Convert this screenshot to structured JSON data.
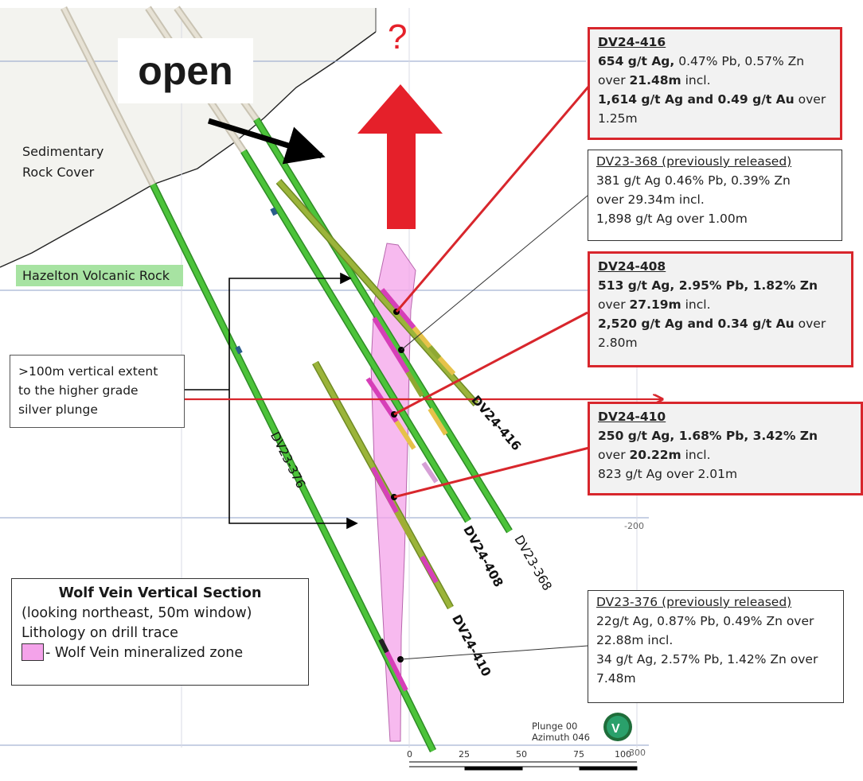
{
  "annotations": {
    "open": "open",
    "question": "?",
    "sedimentary": [
      "Sedimentary",
      "Rock Cover"
    ],
    "hazelton": "Hazelton Volcanic Rock",
    "extent": [
      ">100m vertical extent",
      "to the higher grade",
      "silver plunge"
    ]
  },
  "legend": {
    "title": "Wolf Vein Vertical Section",
    "line1": "(looking northeast, 50m window)",
    "line2": "Lithology on drill trace",
    "swatch_label": "- Wolf Vein mineralized zone",
    "swatch_color": "#f4a3ea"
  },
  "drill_holes": [
    {
      "name": "DV23-376",
      "style": "normal"
    },
    {
      "name": "DV24-416",
      "style": "bold"
    },
    {
      "name": "DV24-408",
      "style": "bold"
    },
    {
      "name": "DV23-368",
      "style": "normal"
    },
    {
      "name": "DV24-410",
      "style": "bold"
    }
  ],
  "callouts": [
    {
      "id": "DV24-416",
      "title": "DV24-416",
      "highlight": true,
      "lines": [
        [
          {
            "t": "654 g/t Ag,",
            "b": true
          },
          {
            "t": " 0.47% Pb, 0.57% Zn",
            "b": false
          }
        ],
        [
          {
            "t": "over ",
            "b": false
          },
          {
            "t": "21.48m",
            "b": true
          },
          {
            "t": "  incl.",
            "b": false
          }
        ],
        [
          {
            "t": "1,614 g/t Ag and 0.49 g/t Au",
            "b": true
          },
          {
            "t": " over",
            "b": false
          }
        ],
        [
          {
            "t": "1.25m",
            "b": false
          }
        ]
      ]
    },
    {
      "id": "DV23-368",
      "title": "DV23-368 (previously released)",
      "highlight": false,
      "lines": [
        [
          {
            "t": "381 g/t Ag 0.46% Pb, 0.39% Zn",
            "b": false
          }
        ],
        [
          {
            "t": "over 29.34m  incl.",
            "b": false
          }
        ],
        [
          {
            "t": "1,898 g/t Ag over 1.00m",
            "b": false
          }
        ]
      ]
    },
    {
      "id": "DV24-408",
      "title": "DV24-408",
      "highlight": true,
      "lines": [
        [
          {
            "t": "513 g/t Ag, 2.95% Pb, 1.82% Zn",
            "b": true
          }
        ],
        [
          {
            "t": "over ",
            "b": false
          },
          {
            "t": "27.19m",
            "b": true
          },
          {
            "t": "  incl.",
            "b": false
          }
        ],
        [
          {
            "t": "2,520 g/t Ag and 0.34 g/t Au",
            "b": true
          },
          {
            "t": " over",
            "b": false
          }
        ],
        [
          {
            "t": "2.80m",
            "b": false
          }
        ]
      ]
    },
    {
      "id": "DV24-410",
      "title": "DV24-410",
      "highlight": true,
      "lines": [
        [
          {
            "t": "250 g/t Ag, 1.68% Pb, 3.42% Zn",
            "b": true
          }
        ],
        [
          {
            "t": "over ",
            "b": false
          },
          {
            "t": "20.22m",
            "b": true
          },
          {
            "t": "  incl.",
            "b": false
          }
        ],
        [
          {
            "t": "823 g/t Ag over 2.01m",
            "b": false
          }
        ]
      ]
    },
    {
      "id": "DV23-376",
      "title": "DV23-376 (previously released)",
      "highlight": false,
      "lines": [
        [
          {
            "t": "22g/t Ag, 0.87% Pb, 0.49% Zn over",
            "b": false
          }
        ],
        [
          {
            "t": "22.88m  incl.",
            "b": false
          }
        ],
        [
          {
            "t": "34 g/t Ag, 2.57% Pb, 1.42% Zn over",
            "b": false
          }
        ],
        [
          {
            "t": "7.48m",
            "b": false
          }
        ]
      ]
    }
  ],
  "scale_bar": {
    "labels": [
      "0",
      "25",
      "50",
      "75",
      "100"
    ]
  },
  "orientation": {
    "plunge": "Plunge 00",
    "azimuth": "Azimuth 046"
  },
  "elevation_labels": [
    "-200",
    "-300"
  ],
  "colors": {
    "arrow_red": "#e5202a",
    "callout_border_red": "#d8262c",
    "drill_green": "#4cc33a",
    "drill_olive": "#8fa832",
    "mineralized_magenta": "#d63fb8",
    "cover_fill": "#f3f3ef"
  }
}
